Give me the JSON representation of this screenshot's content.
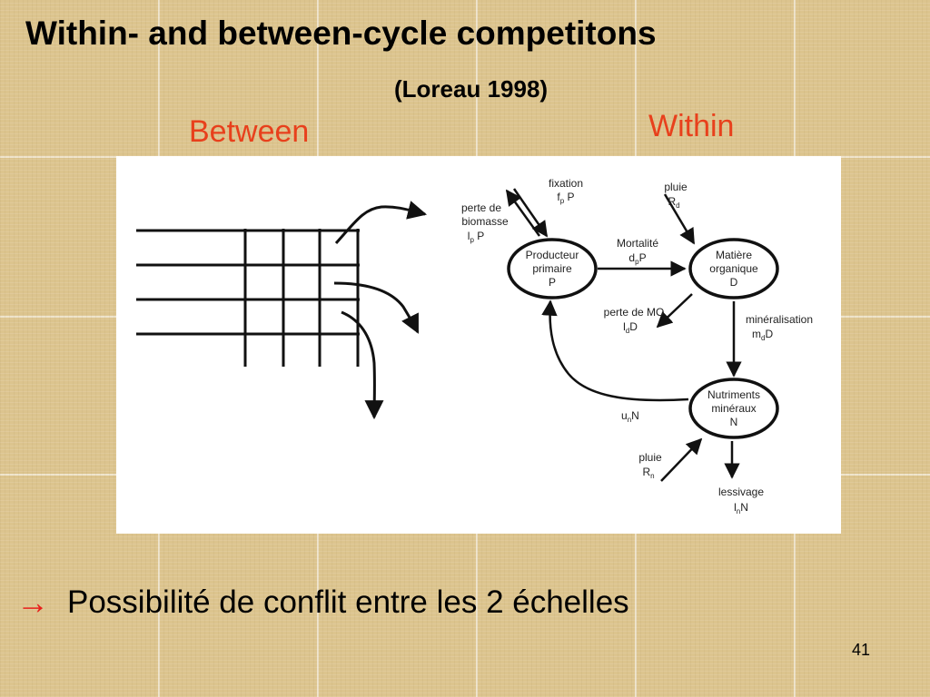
{
  "slide": {
    "title": "Within- and between-cycle competitons",
    "citation": "(Loreau 1998)",
    "between_label": "Between",
    "within_label": "Within",
    "bullet_icon": "right-arrow-icon",
    "bullet_symbol": "→",
    "bullet_text": "Possibilité de conflit entre les 2 échelles",
    "page_number": "41",
    "colors": {
      "accent": "#e8401c",
      "bullet": "#e8201c"
    }
  },
  "diagram": {
    "nodes": {
      "producer": [
        "Producteur",
        "primaire",
        "P"
      ],
      "organic": [
        "Matière",
        "organique",
        "D"
      ],
      "nutrients": [
        "Nutriments",
        "minéraux",
        "N"
      ]
    },
    "flows": {
      "fixation": {
        "name": "fixation",
        "symbol": "f",
        "sub": "p",
        "var": " P"
      },
      "biomass_loss": {
        "line1": "perte de",
        "line2": "biomasse",
        "symbol": "l",
        "sub": "p",
        "var": " P"
      },
      "rain_d": {
        "name": "pluie",
        "symbol": "R",
        "sub": "d"
      },
      "mortality": {
        "name": "Mortalité",
        "symbol": "d",
        "sub": "p",
        "var": "P"
      },
      "mo_loss": {
        "name": "perte de MO",
        "symbol": "l",
        "sub": "d",
        "var": "D"
      },
      "mineralisation": {
        "name": "minéralisation",
        "symbol": "m",
        "sub": "d",
        "var": "D"
      },
      "uptake": {
        "symbol": "u",
        "sub": "n",
        "var": "N"
      },
      "rain_n": {
        "name": "pluie",
        "symbol": "R",
        "sub": "n"
      },
      "leaching": {
        "name": "lessivage",
        "symbol": "l",
        "sub": "n",
        "var": "N"
      }
    }
  }
}
